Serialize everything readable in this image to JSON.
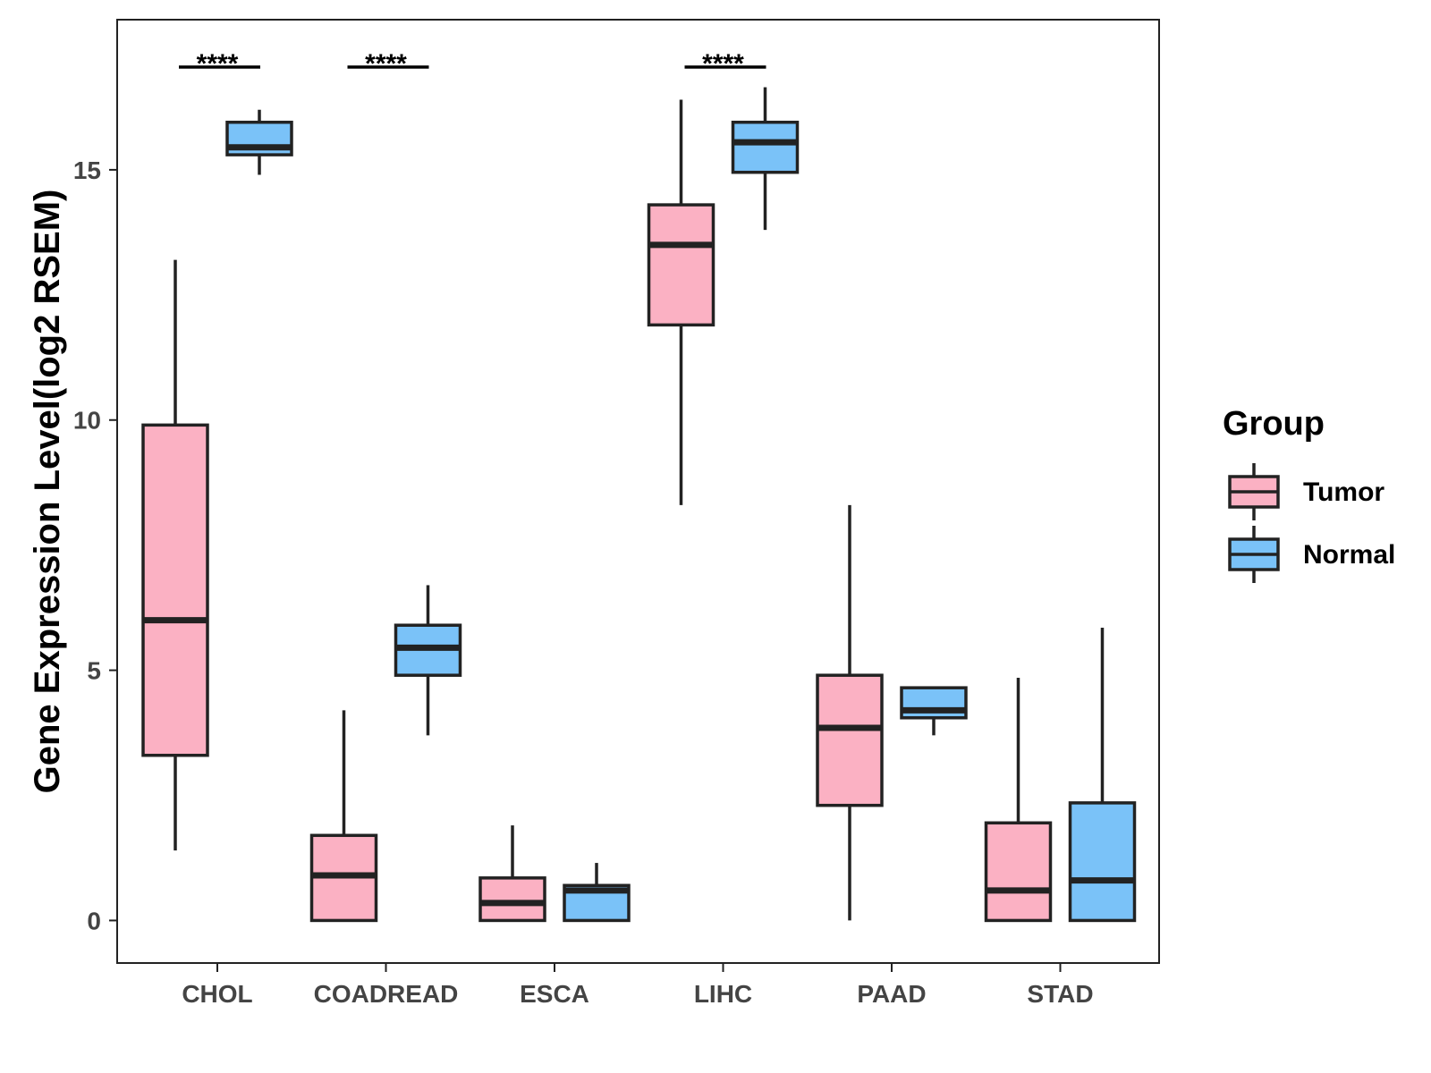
{
  "chart_data": {
    "type": "box",
    "ylabel": "Gene Expression Level(log2 RSEM)",
    "xlabel": "",
    "ylim": [
      -0.85,
      18.0
    ],
    "yticks": [
      0,
      5,
      10,
      15
    ],
    "categories": [
      "CHOL",
      "COADREAD",
      "ESCA",
      "LIHC",
      "PAAD",
      "STAD"
    ],
    "grid": false,
    "legend": {
      "title": "Group",
      "placement": "right",
      "entries": [
        {
          "name": "Tumor",
          "color": "#FBB1C3"
        },
        {
          "name": "Normal",
          "color": "#7AC2F8"
        }
      ]
    },
    "series": [
      {
        "name": "Tumor",
        "color": "#FBB1C3",
        "boxes": [
          {
            "category": "CHOL",
            "whisker_low": 1.4,
            "q1": 3.3,
            "median": 6.0,
            "q3": 9.9,
            "whisker_high": 13.2
          },
          {
            "category": "COADREAD",
            "whisker_low": 0.0,
            "q1": 0.0,
            "median": 0.9,
            "q3": 1.7,
            "whisker_high": 4.2
          },
          {
            "category": "ESCA",
            "whisker_low": 0.0,
            "q1": 0.0,
            "median": 0.35,
            "q3": 0.85,
            "whisker_high": 1.9
          },
          {
            "category": "LIHC",
            "whisker_low": 8.3,
            "q1": 11.9,
            "median": 13.5,
            "q3": 14.3,
            "whisker_high": 16.4
          },
          {
            "category": "PAAD",
            "whisker_low": 0.0,
            "q1": 2.3,
            "median": 3.85,
            "q3": 4.9,
            "whisker_high": 8.3
          },
          {
            "category": "STAD",
            "whisker_low": 0.0,
            "q1": 0.0,
            "median": 0.6,
            "q3": 1.95,
            "whisker_high": 4.85
          }
        ]
      },
      {
        "name": "Normal",
        "color": "#7AC2F8",
        "boxes": [
          {
            "category": "CHOL",
            "whisker_low": 14.9,
            "q1": 15.3,
            "median": 15.45,
            "q3": 15.95,
            "whisker_high": 16.2
          },
          {
            "category": "COADREAD",
            "whisker_low": 3.7,
            "q1": 4.9,
            "median": 5.45,
            "q3": 5.9,
            "whisker_high": 6.7
          },
          {
            "category": "ESCA",
            "whisker_low": 0.0,
            "q1": 0.0,
            "median": 0.6,
            "q3": 0.7,
            "whisker_high": 1.15
          },
          {
            "category": "LIHC",
            "whisker_low": 13.8,
            "q1": 14.95,
            "median": 15.55,
            "q3": 15.95,
            "whisker_high": 16.65
          },
          {
            "category": "PAAD",
            "whisker_low": 3.7,
            "q1": 4.05,
            "median": 4.2,
            "q3": 4.65,
            "whisker_high": 4.65
          },
          {
            "category": "STAD",
            "whisker_low": 0.0,
            "q1": 0.0,
            "median": 0.8,
            "q3": 2.35,
            "whisker_high": 5.85
          }
        ]
      }
    ],
    "annotations": [
      {
        "category": "CHOL",
        "label": "****"
      },
      {
        "category": "COADREAD",
        "label": "****"
      },
      {
        "category": "LIHC",
        "label": "****"
      }
    ]
  }
}
